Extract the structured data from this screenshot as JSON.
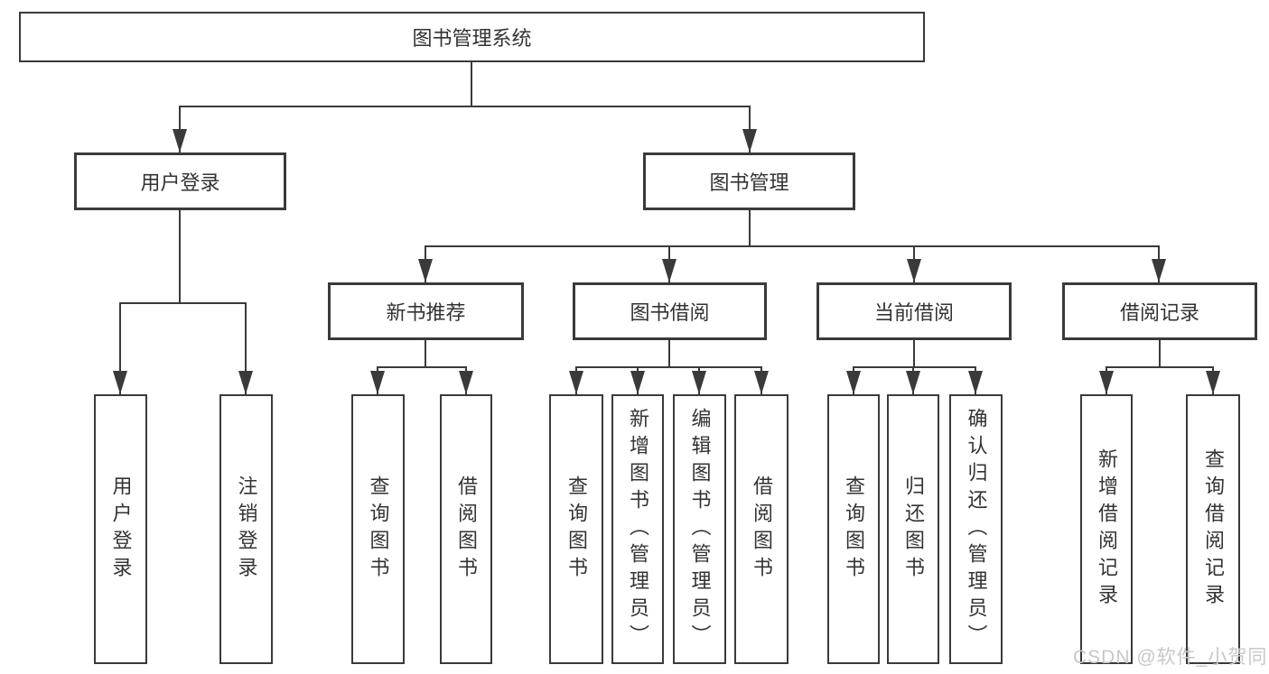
{
  "diagram_title": "图书管理系统",
  "nodes": {
    "root": "图书管理系统",
    "user_login": "用户登录",
    "book_management": "图书管理",
    "new_book_recommend": "新书推荐",
    "book_borrow": "图书借阅",
    "current_borrow": "当前借阅",
    "borrow_record": "借阅记录",
    "leaf_user_login": "用户登录",
    "leaf_logout": "注销登录",
    "leaf_nbr_query_book": "查询图书",
    "leaf_nbr_borrow_book": "借阅图书",
    "leaf_bb_query_book": "查询图书",
    "leaf_bb_add_book": "新增图书（管理员）",
    "leaf_bb_edit_book": "编辑图书（管理员）",
    "leaf_bb_borrow_book": "借阅图书",
    "leaf_cb_query_book": "查询图书",
    "leaf_cb_return_book": "归还图书",
    "leaf_cb_confirm_return": "确认归还（管理员）",
    "leaf_br_add_record": "新增借阅记录",
    "leaf_br_query_record": "查询借阅记录"
  },
  "watermark": "CSDN @软件_小贺同学",
  "colors": {
    "line": "#3a3a3a",
    "text": "#333333",
    "watermark": "#c8c8c8",
    "background": "#ffffff"
  }
}
